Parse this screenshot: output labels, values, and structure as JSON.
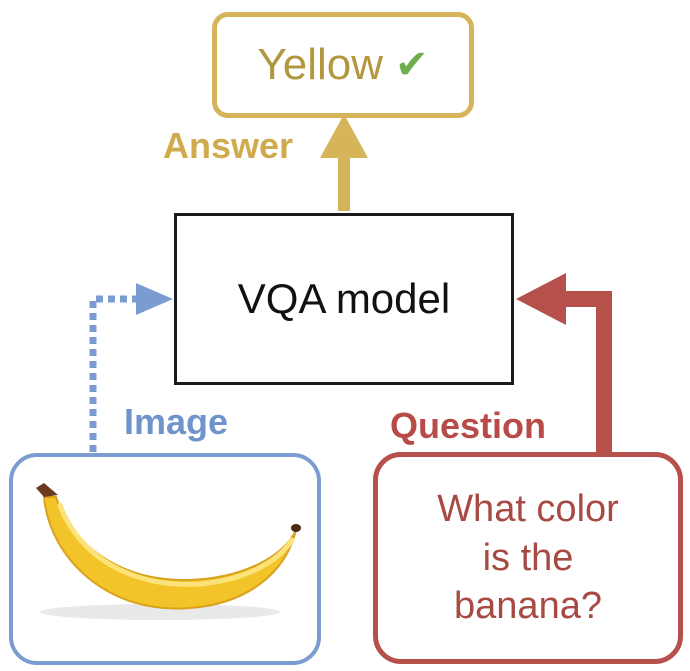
{
  "answer": {
    "text": "Yellow",
    "check_icon": "✔",
    "label": "Answer",
    "color": "#d6b55a"
  },
  "model": {
    "text": "VQA model"
  },
  "image": {
    "label": "Image",
    "color": "#7b9cd0",
    "depicts": "banana"
  },
  "question": {
    "label": "Question",
    "lines": [
      "What color",
      "is the",
      "banana?"
    ],
    "color": "#b6504a"
  },
  "check_color": "#6fae4f"
}
